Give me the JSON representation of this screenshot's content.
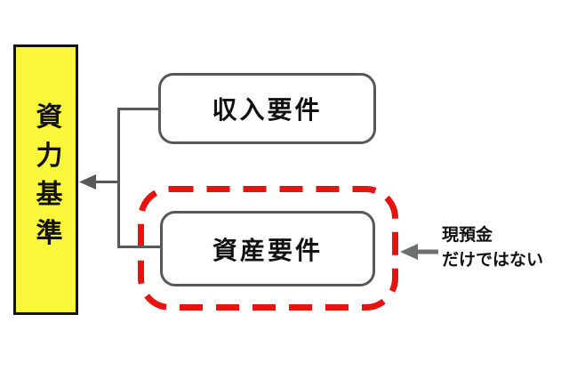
{
  "diagram": {
    "left_box": {
      "label": "資力基準"
    },
    "nodes": [
      {
        "label": "収入要件"
      },
      {
        "label": "資産要件"
      }
    ],
    "annotation": {
      "line1": "現預金",
      "line2": "だけではない"
    },
    "colors": {
      "highlight_yellow": "#F9F63B",
      "emphasis_red": "#E8120F",
      "line_gray": "#58585B",
      "text_black": "#111111"
    }
  }
}
